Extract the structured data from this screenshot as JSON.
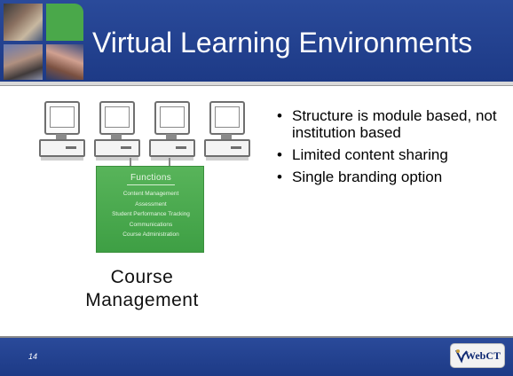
{
  "slide": {
    "title": "Virtual Learning Environments",
    "page_number": "14"
  },
  "diagram": {
    "computer_icons": [
      "computer-icon",
      "computer-icon",
      "computer-icon",
      "computer-icon"
    ],
    "functions": {
      "heading": "Functions",
      "items": [
        "Content Management",
        "Assessment",
        "Student Performance Tracking",
        "Communications",
        "Course Administration"
      ]
    },
    "caption_line1": "Course",
    "caption_line2": "Management"
  },
  "bullets": [
    "Structure is module based, not institution based",
    "Limited content sharing",
    "Single branding option"
  ],
  "logo": {
    "text": "WebCT"
  },
  "colors": {
    "header_band": "#1f3f8c",
    "functions_box": "#45a849",
    "accent_green": "#4aa84a"
  }
}
